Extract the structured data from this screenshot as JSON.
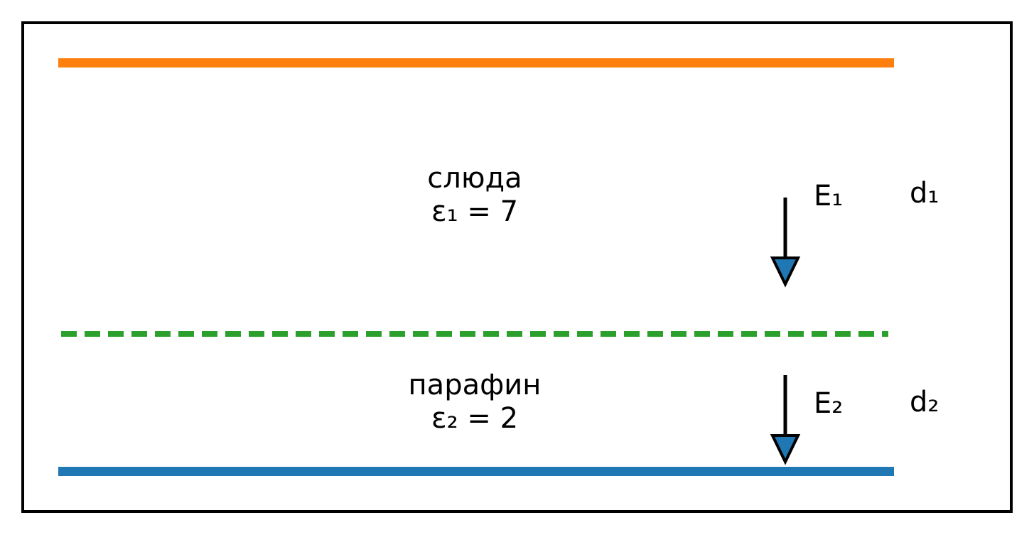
{
  "figure": {
    "type": "parallel-plate-capacitor-with-two-dielectrics",
    "layers": [
      {
        "material": "слюда",
        "permittivity": "ε₁ = 7",
        "field_label": "E₁",
        "thickness_label": "d₁"
      },
      {
        "material": "парафин",
        "permittivity": "ε₂ = 2",
        "field_label": "E₂",
        "thickness_label": "d₂"
      }
    ]
  },
  "colors": {
    "top_plate": "#ff7f0e",
    "interface_line": "#2ca02c",
    "bottom_plate": "#1f77b4",
    "arrow_fill": "#1f77b4",
    "arrow_stroke": "#000000",
    "frame_border": "#000000",
    "background": "#ffffff",
    "text_color": "#000000"
  }
}
